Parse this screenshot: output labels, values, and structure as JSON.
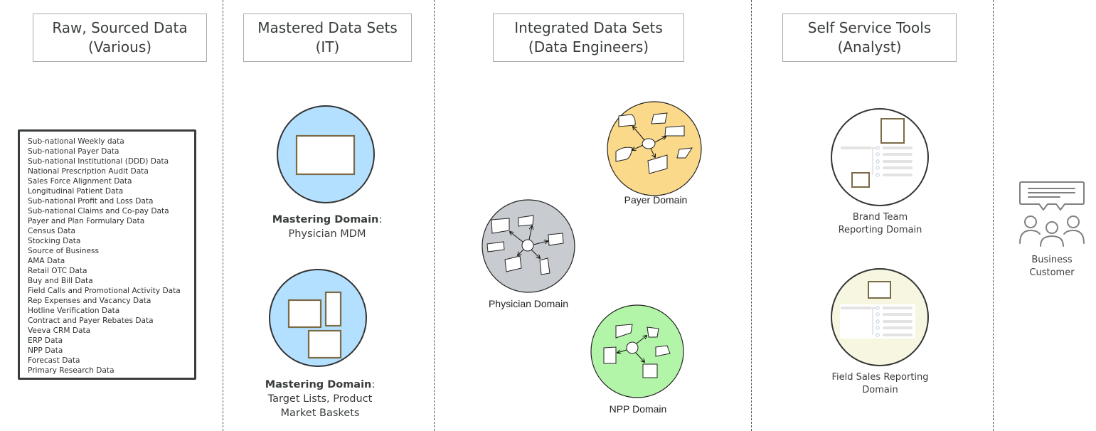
{
  "columns": [
    {
      "title_line1": "Raw, Sourced Data",
      "title_line2": "(Various)"
    },
    {
      "title_line1": "Mastered Data Sets",
      "title_line2": "(IT)"
    },
    {
      "title_line1": "Integrated Data Sets",
      "title_line2": "(Data Engineers)"
    },
    {
      "title_line1": "Self Service Tools",
      "title_line2": "(Analyst)"
    }
  ],
  "raw_sources": [
    "Sub-national Weekly data",
    "Sub-national Payer Data",
    "Sub-national Institutional (DDD) Data",
    "National Prescription Audit Data",
    "Sales Force Alignment Data",
    "Longitudinal Patient Data",
    "Sub-national Profit and Loss Data",
    "Sub-national Claims and Co-pay Data",
    "Payer and Plan Formulary Data",
    "Census Data",
    "Stocking Data",
    "Source of Business",
    "AMA Data",
    "Retail OTC Data",
    "Buy and Bill Data",
    "Field Calls and Promotional Activity Data",
    "Rep Expenses and Vacancy Data",
    "Hotline Verification Data",
    "Contract and Payer Rebates Data",
    "Veeva CRM Data",
    "ERP Data",
    "NPP Data",
    "Forecast Data",
    "Primary Research Data"
  ],
  "mastered": [
    {
      "label_bold": "Mastering Domain",
      "label_rest_1": "Physician MDM",
      "label_rest_2": ""
    },
    {
      "label_bold": "Mastering Domain",
      "label_rest_1": "Target Lists, Product",
      "label_rest_2": "Market Baskets"
    }
  ],
  "integrated": [
    {
      "label": "Payer Domain",
      "color": "#fbd98a"
    },
    {
      "label": "Physician Domain",
      "color": "#c8cbcf"
    },
    {
      "label": "NPP Domain",
      "color": "#b3f5a8"
    }
  ],
  "self_service": [
    {
      "line1": "Brand Team",
      "line2": "Reporting Domain",
      "color": "#ffffff"
    },
    {
      "line1": "Field Sales Reporting",
      "line2": "Domain",
      "color": "#f7f7e1"
    }
  ],
  "customer": {
    "line1": "Business",
    "line2": "Customer"
  },
  "colors": {
    "mastered_fill": "#b3e0ff",
    "frame_border": "#7a6a45",
    "text": "#3a3d3d"
  }
}
